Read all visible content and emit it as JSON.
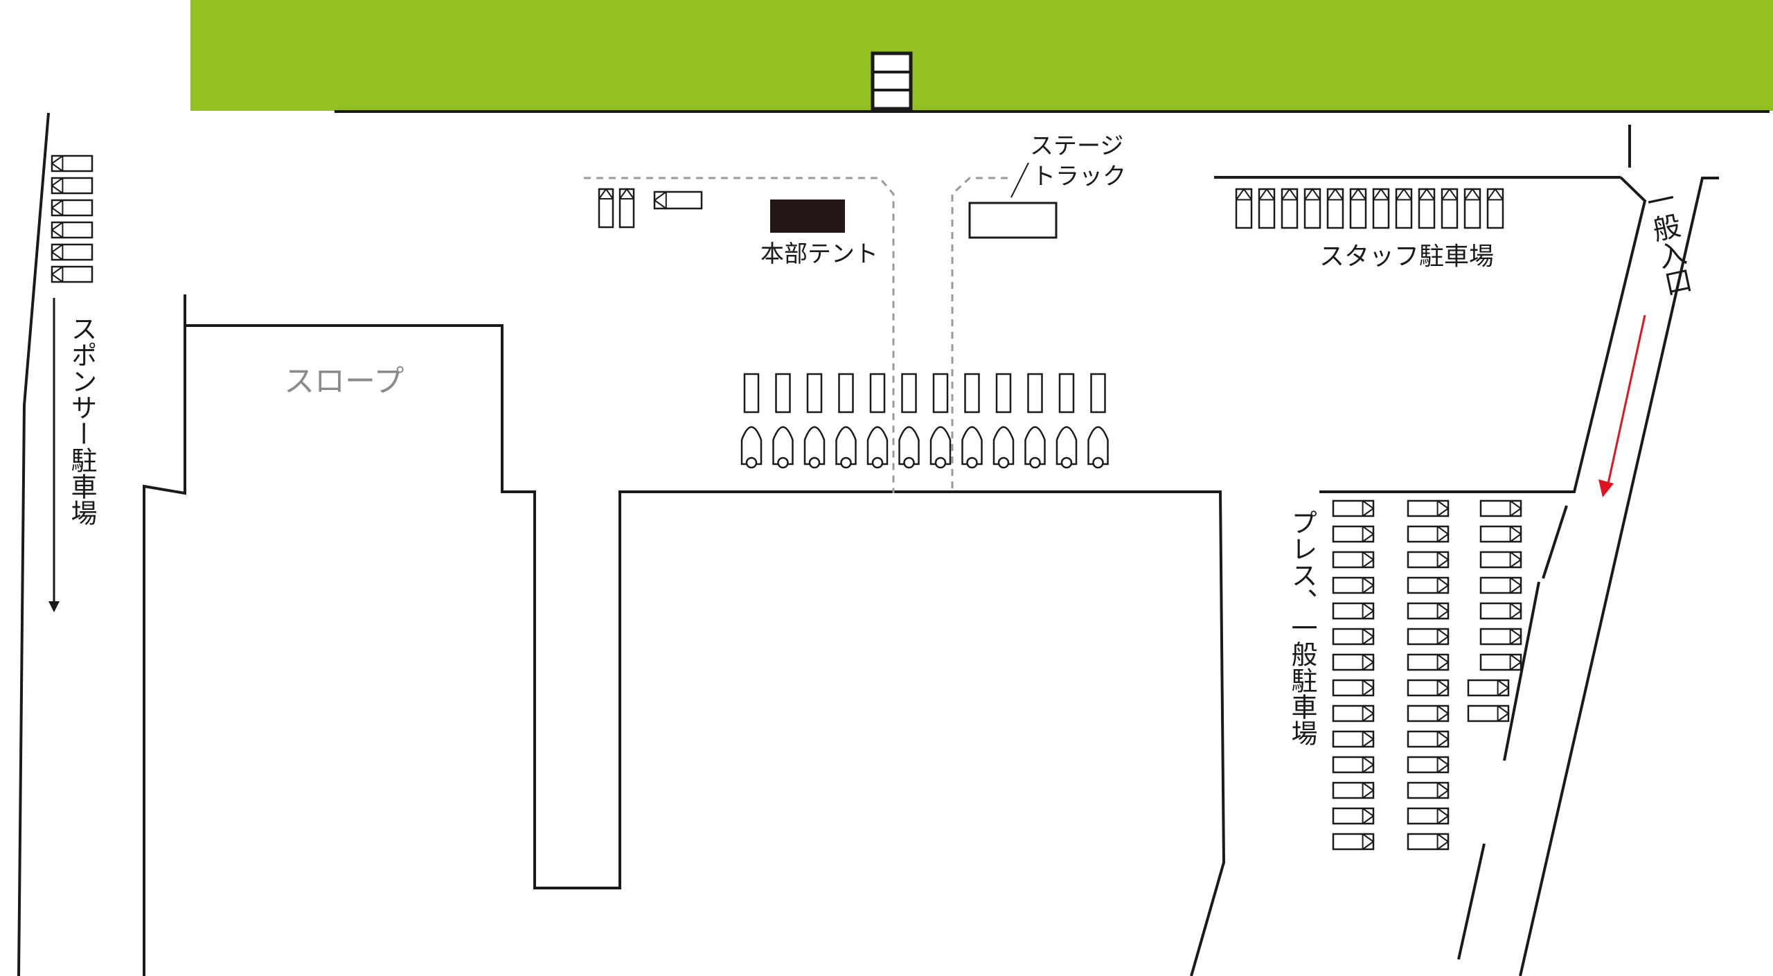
{
  "colors": {
    "park_green": "#93c123",
    "line": "#1a1a1a",
    "slope_label": "#8a8a8a",
    "entrance_arrow": "#e0141e",
    "tent": "#231815"
  },
  "labels": {
    "stage": "ステージ",
    "truck": "トラック",
    "hq_tent": "本部テント",
    "staff_parking": "スタッフ駐車場",
    "general_entrance": "一般入口",
    "slope": "スロープ",
    "sponsor_parking": "スポンサー駐車場",
    "press_general_parking": "プレス、一般駐車場"
  },
  "icons": {
    "car": "car-icon",
    "motorcycle": "motorcycle-icon",
    "direction_arrow": "arrow-down-icon"
  }
}
